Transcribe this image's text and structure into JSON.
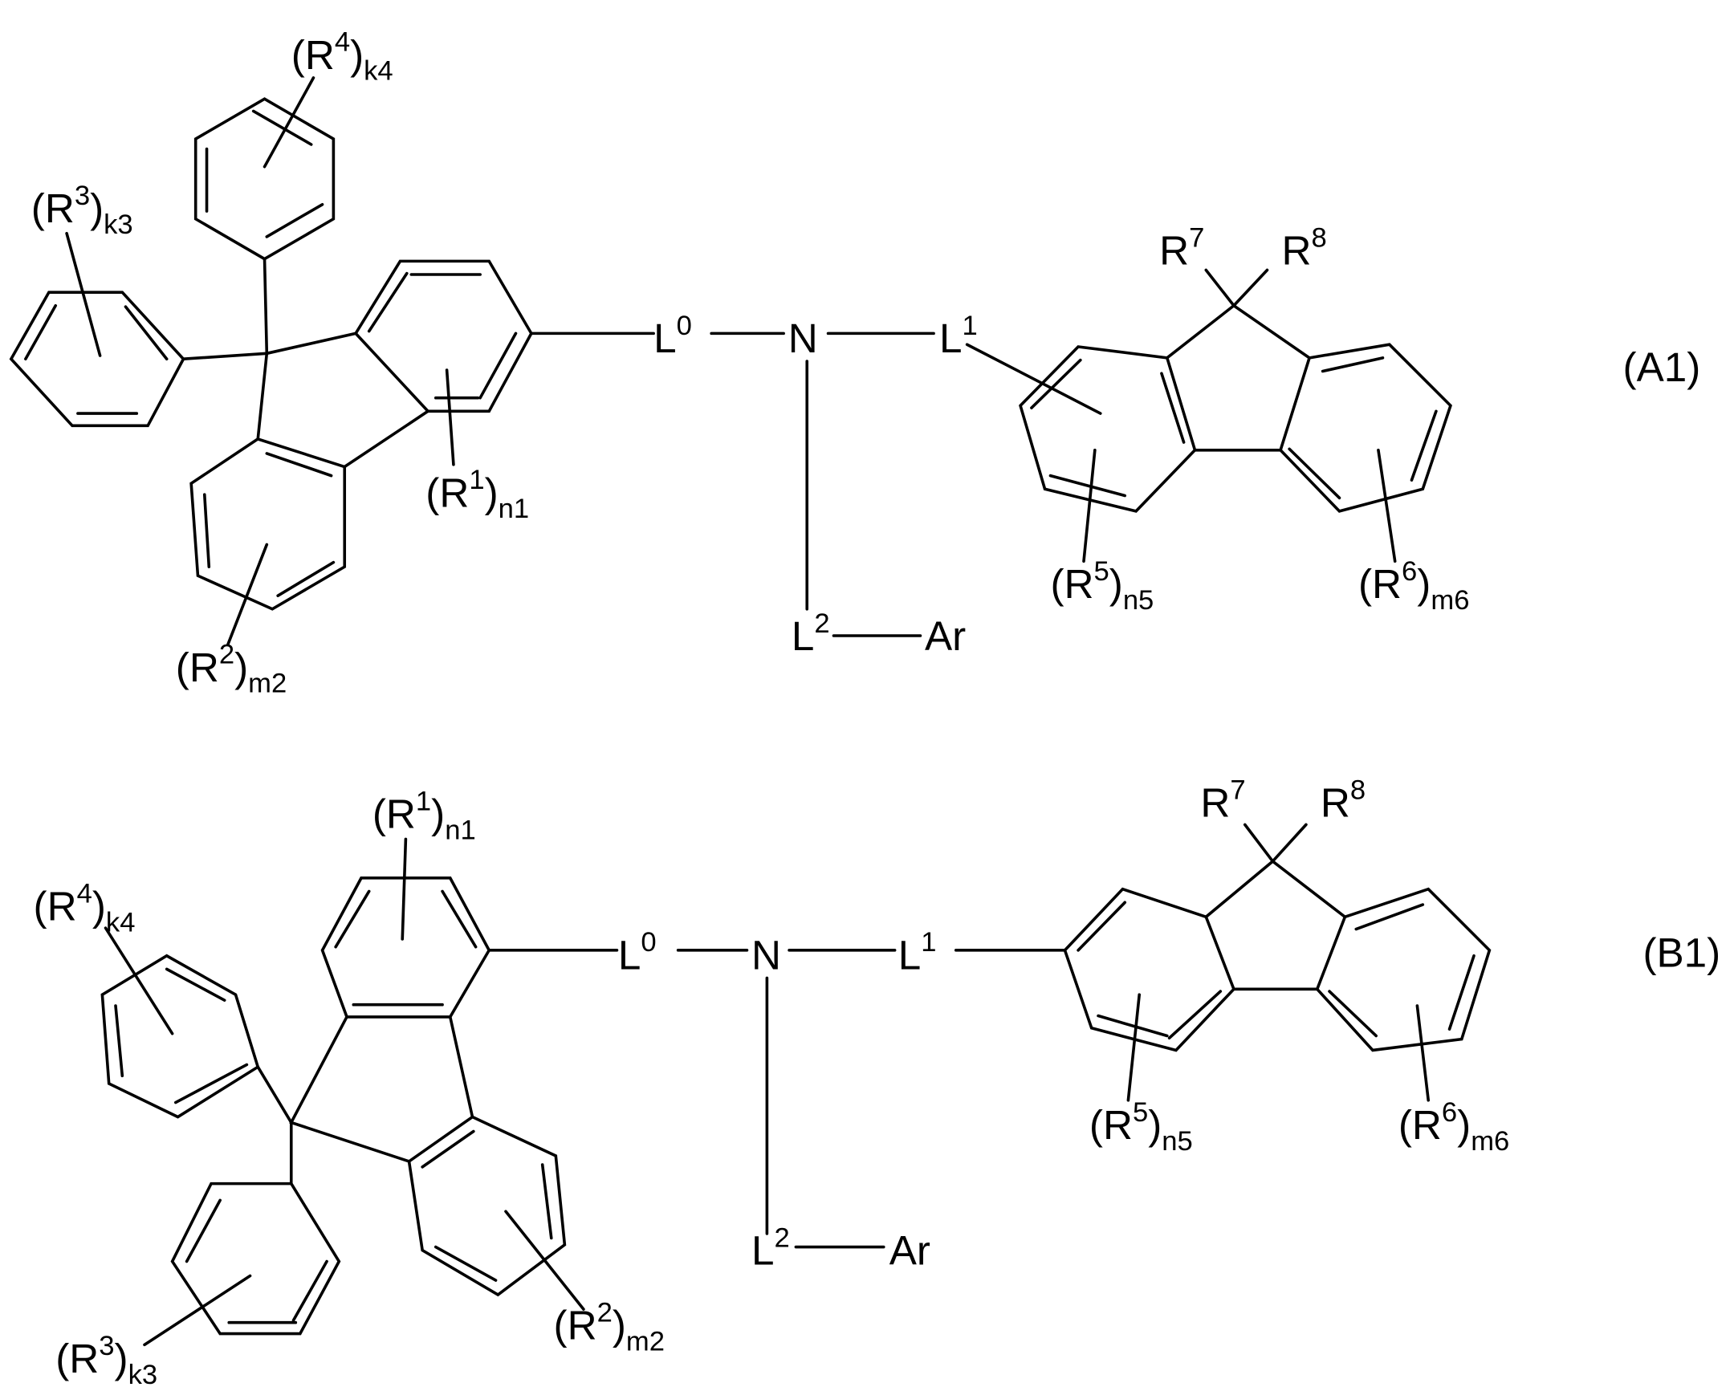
{
  "colors": {
    "ink": "#000000",
    "background": "#ffffff"
  },
  "formula_a1": {
    "tag": "(A1)",
    "substituents": {
      "r4": {
        "base": "(R",
        "sup": "4",
        "close": ")",
        "sub": "k4"
      },
      "r3": {
        "base": "(R",
        "sup": "3",
        "close": ")",
        "sub": "k3"
      },
      "r1": {
        "base": "(R",
        "sup": "1",
        "close": ")",
        "sub": "n1"
      },
      "r2": {
        "base": "(R",
        "sup": "2",
        "close": ")",
        "sub": "m2"
      },
      "r5": {
        "base": "(R",
        "sup": "5",
        "close": ")",
        "sub": "n5"
      },
      "r6": {
        "base": "(R",
        "sup": "6",
        "close": ")",
        "sub": "m6"
      },
      "r7": {
        "base": "R",
        "sup": "7"
      },
      "r8": {
        "base": "R",
        "sup": "8"
      }
    },
    "linkers": {
      "l0": {
        "base": "L",
        "sup": "0"
      },
      "l1": {
        "base": "L",
        "sup": "1"
      },
      "l2": {
        "base": "L",
        "sup": "2"
      }
    },
    "n_atom": "N",
    "ar": "Ar"
  },
  "formula_b1": {
    "tag": "(B1)",
    "substituents": {
      "r1": {
        "base": "(R",
        "sup": "1",
        "close": ")",
        "sub": "n1"
      },
      "r4": {
        "base": "(R",
        "sup": "4",
        "close": ")",
        "sub": "k4"
      },
      "r3": {
        "base": "(R",
        "sup": "3",
        "close": ")",
        "sub": "k3"
      },
      "r2": {
        "base": "(R",
        "sup": "2",
        "close": ")",
        "sub": "m2"
      },
      "r5": {
        "base": "(R",
        "sup": "5",
        "close": ")",
        "sub": "n5"
      },
      "r6": {
        "base": "(R",
        "sup": "6",
        "close": ")",
        "sub": "m6"
      },
      "r7": {
        "base": "R",
        "sup": "7"
      },
      "r8": {
        "base": "R",
        "sup": "8"
      }
    },
    "linkers": {
      "l0": {
        "base": "L",
        "sup": "0"
      },
      "l1": {
        "base": "L",
        "sup": "1"
      },
      "l2": {
        "base": "L",
        "sup": "2"
      }
    },
    "n_atom": "N",
    "ar": "Ar"
  }
}
